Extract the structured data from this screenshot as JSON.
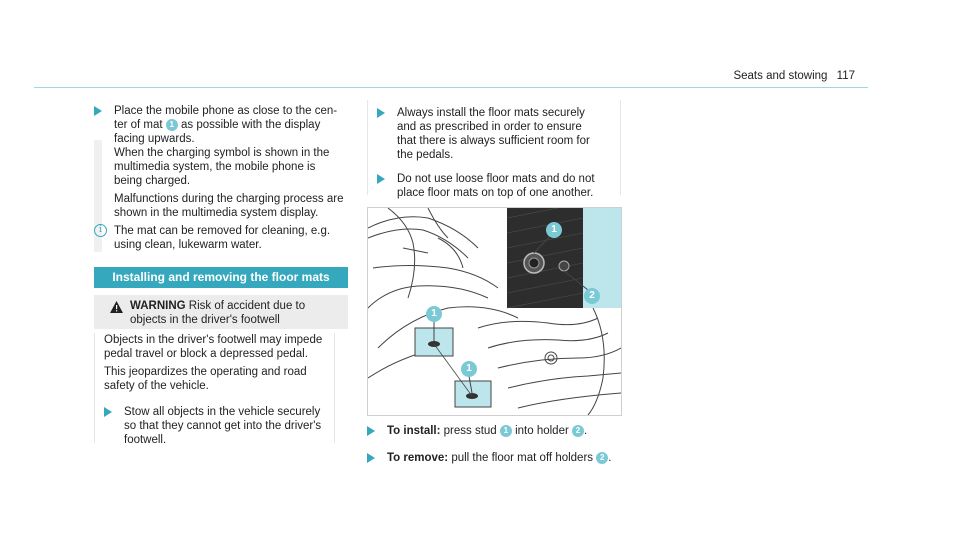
{
  "header": {
    "section": "Seats and stowing",
    "page": "117"
  },
  "left_column": {
    "step1": {
      "line1": "Place the mobile phone as close to the cen-",
      "line2_pre": "ter of mat ",
      "marker": "1",
      "line2_post": " as possible with the display",
      "line3": "facing upwards.",
      "line4": "When the charging symbol is shown in the",
      "line5": "multimedia system, the mobile phone is",
      "line6": "being charged.",
      "line7": "Malfunctions during the charging process are",
      "line8": "shown in the multimedia system display."
    },
    "note": {
      "icon": "info-icon",
      "line1": "The mat can be removed for cleaning, e.g.",
      "line2": "using clean, lukewarm water."
    },
    "section_title": "Installing and removing the floor mats",
    "warning": {
      "icon": "warning-triangle-icon",
      "label": "WARNING",
      "line1": " Risk of accident due to",
      "line2": "objects in the driver's footwell"
    },
    "warning_body": {
      "p1_line1": "Objects in the driver's footwell may impede",
      "p1_line2": "pedal travel or block a depressed pedal.",
      "p2_line1": "This jeopardizes the operating and road",
      "p2_line2": "safety of the vehicle.",
      "step_line1": "Stow all objects in the vehicle securely",
      "step_line2": "so that they cannot get into the driver's",
      "step_line3": "footwell."
    }
  },
  "right_column": {
    "warning_steps": {
      "s1_line1": "Always install the floor mats securely",
      "s1_line2": "and as prescribed in order to ensure",
      "s1_line3": "that there is always sufficient room for",
      "s1_line4": "the pedals.",
      "s2_line1": "Do not use loose floor mats and do not",
      "s2_line2": "place floor mats on top of one another."
    },
    "figure": {
      "markers": [
        "1",
        "2",
        "1",
        "1"
      ]
    },
    "install": {
      "label": "To install:",
      "pre": " press stud ",
      "m1": "1",
      "mid": " into holder ",
      "m2": "2",
      "post": "."
    },
    "remove": {
      "label": "To remove:",
      "pre": " pull the floor mat off holders ",
      "m2": "2",
      "post": "."
    }
  }
}
